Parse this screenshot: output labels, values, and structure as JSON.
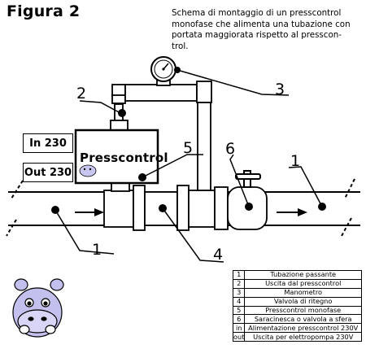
{
  "title": "Figura 2",
  "description_lines": [
    "Schema di montaggio di un presscontrol",
    "monofase che alimenta una tubazione con",
    "portata maggiorata rispetto al presscon-",
    "trol."
  ],
  "presscontrol_label": "Presscontrol",
  "in_label": "In 230",
  "out_label": "Out 230",
  "callouts": [
    "1",
    "1",
    "2",
    "3",
    "4",
    "5",
    "6"
  ],
  "legend": [
    {
      "key": "1",
      "text": "Tubazione passante"
    },
    {
      "key": "2",
      "text": "Uscita dal presscontrol"
    },
    {
      "key": "3",
      "text": "Manometro"
    },
    {
      "key": "4",
      "text": "Valvola di ritegno"
    },
    {
      "key": "5",
      "text": "Presscontrol monofase"
    },
    {
      "key": "6",
      "text": "Saracinesca o valvola a sfera"
    },
    {
      "key": "in",
      "text": "Alimentazione presscontrol 230V"
    },
    {
      "key": "out",
      "text": "Uscita per elettropompa 230V"
    }
  ]
}
